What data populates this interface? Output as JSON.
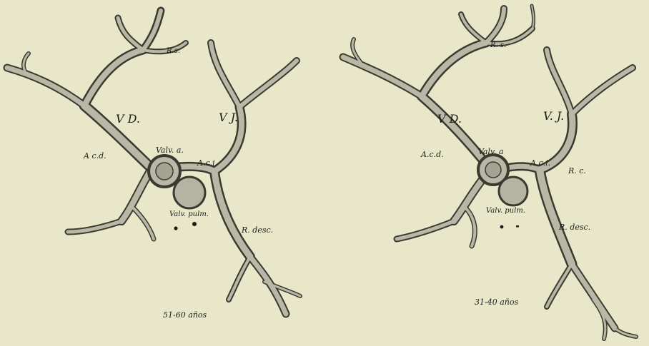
{
  "left_diagram": {
    "labels": {
      "rs": "R.s.",
      "vd": "V D.",
      "vi": "V J.",
      "acd": "A c.d.",
      "valv_a": "Valv. a.",
      "aci": "A.c.i.",
      "valv_pulm": "Valv. pulm.",
      "rdesc": "R. desc."
    },
    "caption": "51-60 años"
  },
  "right_diagram": {
    "labels": {
      "rs": "R. s.",
      "vd": "V D.",
      "vi": "V. J.",
      "acd": "A.c.d.",
      "valv_a": "Valv. a",
      "aci": "A.c.i.",
      "rc": "R. c.",
      "valv_pulm": "Valv. pulm.",
      "rdesc": "R. desc."
    },
    "caption": "31-40 años"
  },
  "colors": {
    "paper": "#e8e7c9",
    "vessel_outline": "#3b3a30",
    "vessel_fill": "#b9b8a6",
    "ink": "#1c1c18"
  }
}
